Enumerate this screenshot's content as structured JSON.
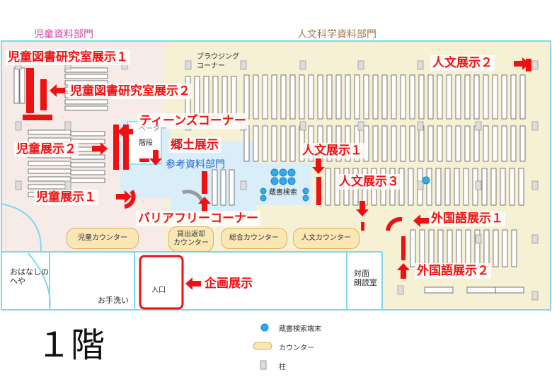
{
  "departments": {
    "children": "児童資料部門",
    "humanities": "人文科学資料部門",
    "reference": "参考資料部門"
  },
  "exhibits": {
    "kids_research_1": "児童図書研究室展示１",
    "kids_research_2": "児童図書研究室展示２",
    "teens": "ティーンズコーナー",
    "kids_2": "児童展示２",
    "local": "郷土展示",
    "kids_1": "児童展示１",
    "barrier_free": "バリアフリーコーナー",
    "humanities_2": "人文展示２",
    "humanities_1": "人文展示１",
    "humanities_3": "人文展示３",
    "foreign_1": "外国語展示１",
    "foreign_2": "外国語展示２",
    "planning": "企画展示"
  },
  "places": {
    "browsing": "ブラウジング\nコーナー",
    "elevator": "ベーター",
    "stairs": "階段",
    "catalog": "蔵書検索",
    "storytime": "おはなしの\nへや",
    "restroom": "お手洗い",
    "entrance": "入口",
    "reading_room": "対面\n朗読室"
  },
  "counters": {
    "kids": "児童カウンター",
    "lending": "貸出返却\nカウンター",
    "general": "総合カウンター",
    "humanities": "人文カウンター"
  },
  "floor_label": "１階",
  "legend": {
    "terminal": "蔵書検索端末",
    "counter": "カウンター",
    "pillar": "柱"
  },
  "colors": {
    "arrow_red": "#ee1111",
    "wall_cyan": "#7fd8ee",
    "zone_beige": "#f6f0d4",
    "zone_pink": "#f7ebe7",
    "zone_blue": "#daeefa",
    "counter_fill": "#fbe7b4",
    "terminal_blue": "#33aaee"
  }
}
